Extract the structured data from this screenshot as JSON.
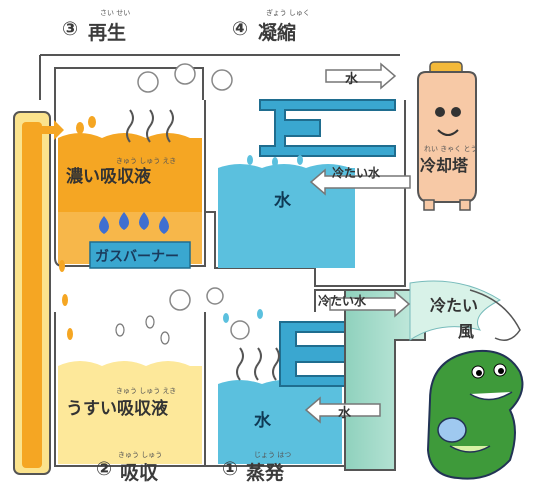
{
  "steps": {
    "regenerate": {
      "num": "③",
      "text": "再生",
      "ruby": "さい せい"
    },
    "condense": {
      "num": "④",
      "text": "凝縮",
      "ruby": "ぎょう しゅく"
    },
    "absorb": {
      "num": "②",
      "text": "吸収",
      "ruby": "きゅう しゅう"
    },
    "evaporate": {
      "num": "①",
      "text": "蒸発",
      "ruby": "じょう はつ"
    }
  },
  "labels": {
    "strong_solution": "濃い吸収液",
    "strong_solution_ruby": "きゅう しゅう えき",
    "weak_solution": "うすい吸収液",
    "weak_solution_ruby": "きゅう しゅう えき",
    "gas_burner": "ガスバーナー",
    "water_condenser": "水",
    "water_evaporator": "水",
    "water_in_top": "水",
    "water_return_bottom": "水",
    "cold_water_top": "冷たい水",
    "cold_water_bottom": "冷たい水",
    "cooling_tower": "冷却塔",
    "cooling_tower_ruby": "れい きゃく とう",
    "cold_wind_line1": "冷たい",
    "cold_wind_line2": "風"
  },
  "colors": {
    "orange_liquid": "#f5a623",
    "yellow_liquid": "#fde89a",
    "blue_water": "#5bc0de",
    "pipe_blue": "#3aa7d0",
    "teal_air": "#a7dbc9",
    "tower_body": "#f7c9a6",
    "tower_cap": "#f3b93a",
    "dragon_green": "#3e9a3a"
  },
  "icons": [
    "flame-icon",
    "steam-icon",
    "cloud-icon",
    "arrow-icon",
    "cooling-tower-character",
    "dragon-character"
  ]
}
